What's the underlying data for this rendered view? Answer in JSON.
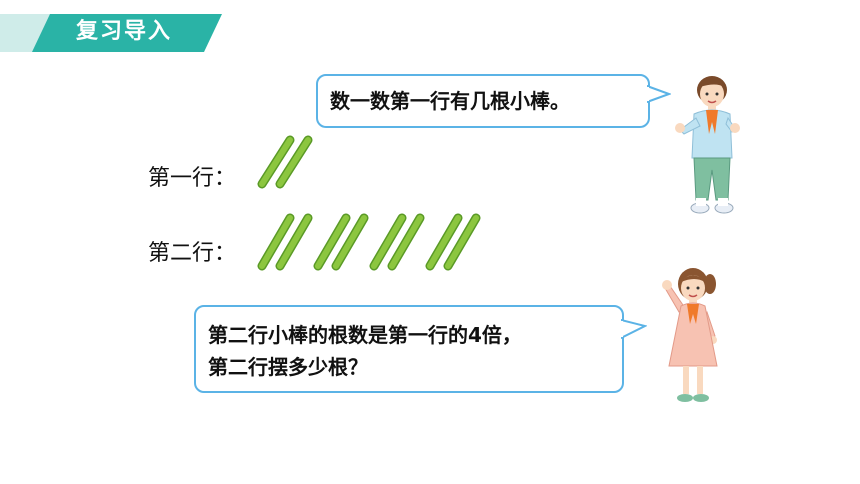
{
  "header": {
    "title": "复习导入"
  },
  "bubbles": {
    "top": "数一数第一行有几根小棒。",
    "bottom_line1": "第二行小棒的根数是第一行的4倍，",
    "bottom_line2": "第二行摆多少根？"
  },
  "rows": [
    {
      "label": "第一行：",
      "stick_count": 2
    },
    {
      "label": "第二行：",
      "stick_count": 8
    }
  ],
  "colors": {
    "header_dark": "#2ab3a6",
    "header_light": "#cfece9",
    "bubble_border": "#5bb3e6",
    "stick_fill": "#8cc63f",
    "stick_outline": "#5a9a26"
  }
}
